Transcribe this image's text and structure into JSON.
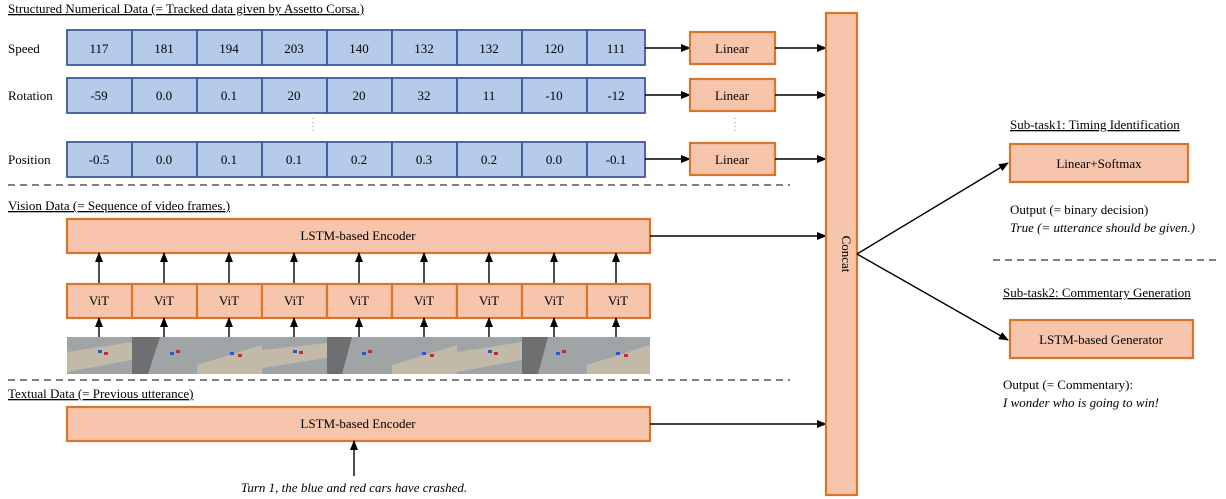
{
  "sections": {
    "numerical_title": "Structured Numerical Data (= Tracked data given by Assetto Corsa.)",
    "vision_title": "Vision Data (= Sequence of video frames.)",
    "textual_title": "Textual Data (= Previous utterance)"
  },
  "rows": [
    {
      "label": "Speed",
      "values": [
        "117",
        "181",
        "194",
        "203",
        "140",
        "132",
        "132",
        "120",
        "111"
      ],
      "linear": "Linear"
    },
    {
      "label": "Rotation",
      "values": [
        "-59",
        "0.0",
        "0.1",
        "20",
        "20",
        "32",
        "11",
        "-10",
        "-12"
      ],
      "linear": "Linear"
    },
    {
      "label": "Position",
      "values": [
        "-0.5",
        "0.0",
        "0.1",
        "0.1",
        "0.2",
        "0.3",
        "0.2",
        "0.0",
        "-0.1"
      ],
      "linear": "Linear"
    }
  ],
  "vision": {
    "encoder": "LSTM-based Encoder",
    "vit": [
      "ViT",
      "ViT",
      "ViT",
      "ViT",
      "ViT",
      "ViT",
      "ViT",
      "ViT",
      "ViT"
    ]
  },
  "textual": {
    "encoder": "LSTM-based Encoder",
    "utterance": "Turn 1, the blue and red cars have crashed."
  },
  "concat": "Concat",
  "subtask1": {
    "title": "Sub-task1: Timing Identification",
    "box": "Linear+Softmax",
    "output_label": "Output (= binary decision)",
    "output_text": "True (= utterance should be given.)"
  },
  "subtask2": {
    "title": "Sub-task2: Commentary Generation",
    "box": "LSTM-based Generator",
    "output_label": "Output  (= Commentary):",
    "output_text": "I wonder who is going to win!"
  },
  "colors": {
    "cell_fill": "#b6cbe9",
    "cell_stroke": "#3d5a9c",
    "block_fill": "#f6c5ac",
    "block_stroke": "#d8752a"
  }
}
